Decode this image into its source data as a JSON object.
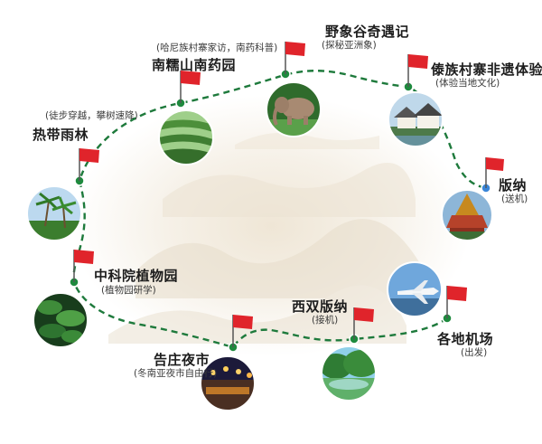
{
  "colors": {
    "route": "#1e7a3c",
    "flag": "#e0242b",
    "node": "#1e8a3e",
    "node_dest": "#3a86d8"
  },
  "stops": [
    {
      "id": "airport",
      "title": "各地机场",
      "sub": "(出发)",
      "icon": "airplane-photo"
    },
    {
      "id": "xishuangbanna",
      "title": "西双版纳",
      "sub": "(接机)",
      "icon": "pond-photo"
    },
    {
      "id": "gaozhuang",
      "title": "告庄夜市",
      "sub": "(冬南亚夜市自由行)",
      "icon": "night-market-photo"
    },
    {
      "id": "botanical",
      "title": "中科院植物园",
      "sub": "(植物园研学)",
      "icon": "plant-photo"
    },
    {
      "id": "rainforest",
      "title": "热带雨林",
      "sub": "(徒步穿越，攀树速降)",
      "icon": "palm-trees-photo"
    },
    {
      "id": "nannuo",
      "title": "南糯山南药园",
      "sub": "(哈尼族村寨家访，南药科普)",
      "icon": "tea-garden-photo"
    },
    {
      "id": "wild_elephant",
      "title": "野象谷奇遇记",
      "sub": "(探秘亚洲象)",
      "icon": "elephant-photo"
    },
    {
      "id": "dai_village",
      "title": "傣族村寨非遗体验",
      "sub": "(体验当地文化)",
      "icon": "dai-house-photo"
    },
    {
      "id": "banna",
      "title": "版纳",
      "sub": "(送机)",
      "icon": "temple-photo"
    }
  ]
}
